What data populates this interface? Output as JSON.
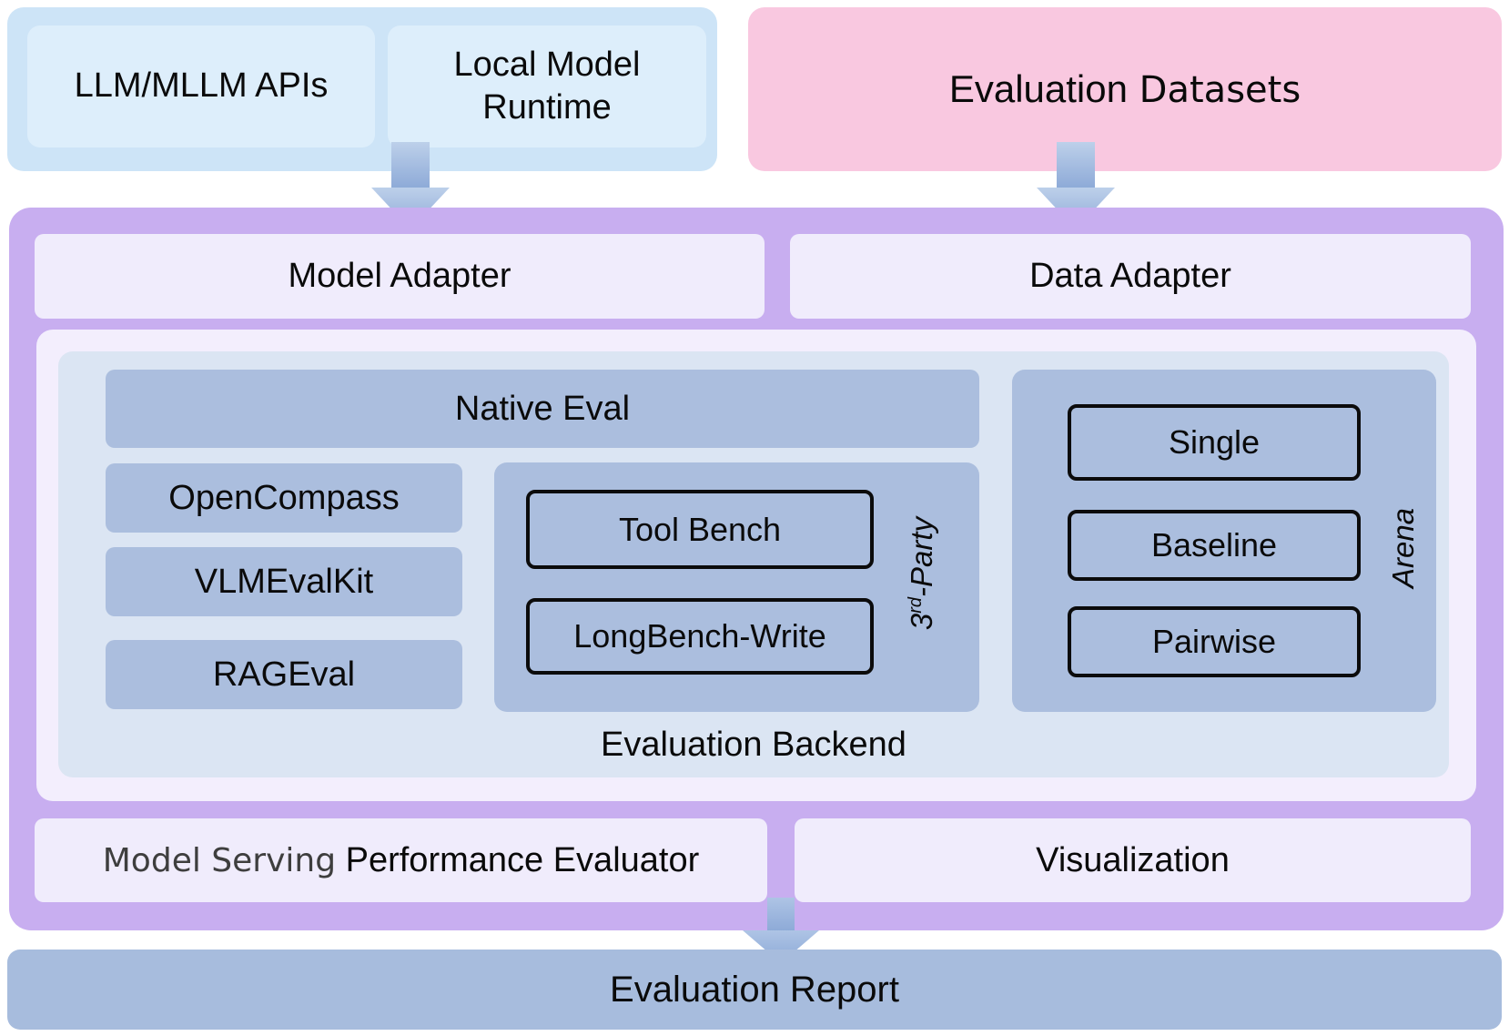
{
  "sources": {
    "llm_apis": "LLM/MLLM APIs",
    "local_model_runtime": "Local Model Runtime"
  },
  "datasets": {
    "word1": "Evaluation",
    "word2": " Datasets"
  },
  "adapters": {
    "model": "Model Adapter",
    "data": "Data Adapter"
  },
  "backend": {
    "label": "Evaluation Backend",
    "native_eval": "Native Eval",
    "native_tools": [
      "OpenCompass",
      "VLMEvalKit",
      "RAGEval"
    ],
    "third_party": {
      "num": "3",
      "sup": "rd",
      "rest": "-Party",
      "items": [
        "Tool Bench",
        "LongBench-Write"
      ]
    },
    "arena": {
      "label": "Arena",
      "items": [
        "Single",
        "Baseline",
        "Pairwise"
      ]
    }
  },
  "bottom": {
    "model_serving": "Model Serving",
    "performance_evaluator": " Performance Evaluator",
    "visualization": "Visualization"
  },
  "report": {
    "label": "Evaluation Report"
  },
  "colors": {
    "source_blue": "#cde4f7",
    "source_blue_inner": "#ddeefb",
    "datasets_pink": "#f9c8e0",
    "framework_purple": "#c8aef0",
    "module_lavender": "#f0ecfc",
    "backend_light_blue": "#dbe5f3",
    "panel_blue": "#abbede",
    "arrow_blue": "#8ca9d7",
    "report_blue": "#a7bcdd"
  }
}
